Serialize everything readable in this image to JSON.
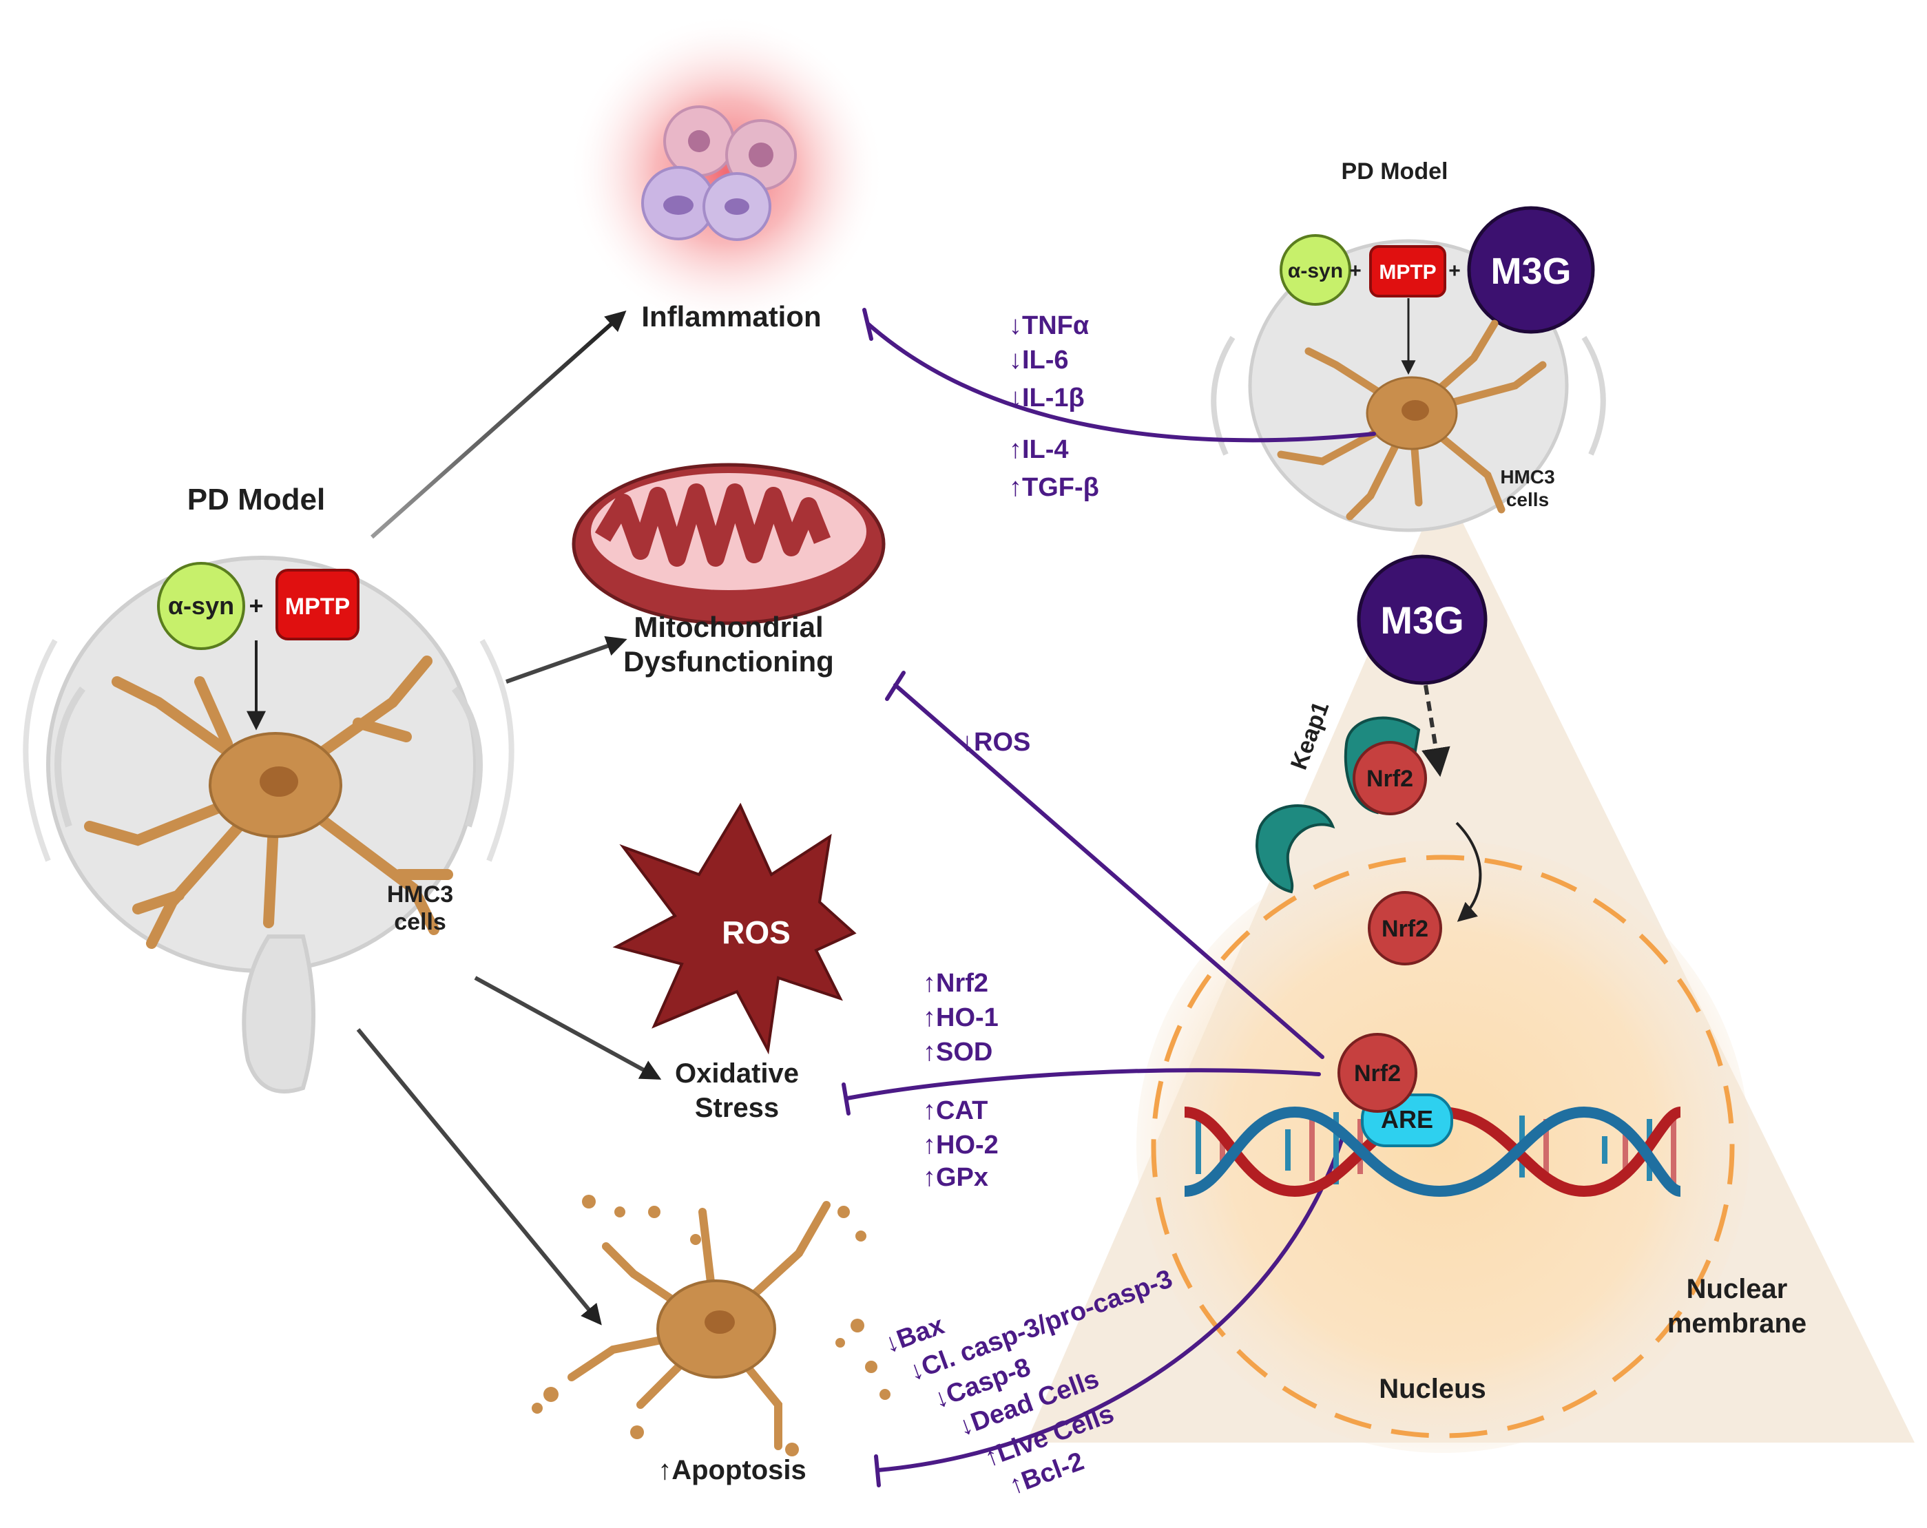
{
  "left_model": {
    "title": "PD Model",
    "asyn": "α-syn",
    "plus": "+",
    "mptp": "MPTP",
    "cells_line1": "HMC3",
    "cells_line2": "cells"
  },
  "right_model": {
    "title": "PD Model",
    "asyn": "α-syn",
    "plus1": "+",
    "mptp": "MPTP",
    "plus2": "+",
    "m3g": "M3G",
    "cells_line1": "HMC3",
    "cells_line2": "cells"
  },
  "outcomes": {
    "inflammation": "Inflammation",
    "mito_line1": "Mitochondrial",
    "mito_line2": "Dysfunctioning",
    "ros_star": "ROS",
    "oxidative_line1": "Oxidative",
    "oxidative_line2": "Stress",
    "apoptosis": "↑Apoptosis"
  },
  "inflammation_markers": [
    "↓TNFα",
    "↓IL-6",
    "↓IL-1β",
    "↑IL-4",
    "↑TGF-β"
  ],
  "ros_marker": "↓ROS",
  "oxidative_markers": [
    "↑Nrf2",
    "↑HO-1",
    "↑SOD",
    "↑CAT",
    "↑HO-2",
    "↑GPx"
  ],
  "apoptosis_markers": [
    "↓Bax",
    "↓Cl. casp-3/pro-casp-3",
    "↓Casp-8",
    "↓Dead Cells",
    "↑Live Cells",
    "↑Bcl-2"
  ],
  "pathway": {
    "m3g": "M3G",
    "keap1": "Keap1",
    "nrf2_bound": "Nrf2",
    "nrf2_nucleus": "Nrf2",
    "nrf2_dna": "Nrf2",
    "are": "ARE",
    "nucleus": "Nucleus",
    "membrane_line1": "Nuclear",
    "membrane_line2": "membrane"
  },
  "colors": {
    "inhibition": "#4b1a86",
    "m3g": "#3c1170",
    "nrf2": "#c6403f",
    "keap1": "#1e8a80",
    "mptp": "#e01010",
    "asyn": "#c7f06b",
    "neuron": "#c98e4c",
    "ros_star": "#8e2022",
    "mitochondrion": "#a83236"
  }
}
